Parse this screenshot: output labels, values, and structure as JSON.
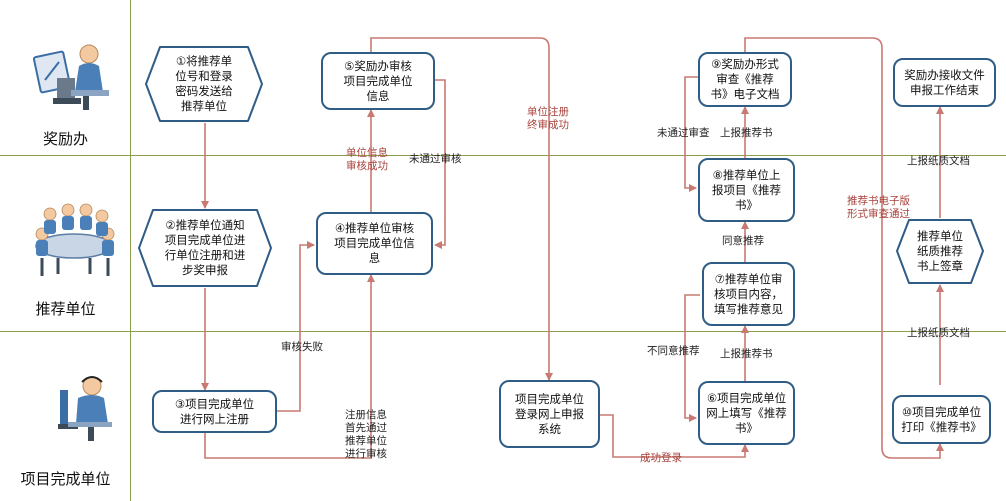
{
  "colors": {
    "lane_line": "#8aa04b",
    "box_border": "#2f5d85",
    "arrow": "#c87a72",
    "label_red": "#a8423c"
  },
  "lanes": [
    {
      "name": "奖励办",
      "icon": "researcher-icon"
    },
    {
      "name": "推荐单位",
      "icon": "meeting-icon"
    },
    {
      "name": "项目完成单位",
      "icon": "computer-user-icon"
    }
  ],
  "nodes": {
    "n1": "①将推荐单\n位号和登录\n密码发送给\n推荐单位",
    "n2": "②推荐单位通知\n项目完成单位进\n行单位注册和进\n步奖申报",
    "n3": "③项目完成单位\n进行网上注册",
    "n4": "④推荐单位审核\n项目完成单位信\n息",
    "n5": "⑤奖励办审核\n项目完成单位\n信息",
    "n_login": "项目完成单位\n登录网上申报\n系统",
    "n6": "⑥项目完成单位\n网上填写《推荐\n书》",
    "n7": "⑦推荐单位审\n核项目内容，\n填写推荐意见",
    "n8": "⑧推荐单位上\n报项目《推荐\n书》",
    "n9": "⑨奖励办形式\n审查《推荐\n书》电子文档",
    "n10": "⑩项目完成单位\n打印《推荐书》",
    "n_sign": "推荐单位\n纸质推荐\n书上签章",
    "n_end": "奖励办接收文件\n申报工作结束"
  },
  "labels": {
    "l_fail": "审核失败",
    "l_unit_ok": "单位信息\n审核成功",
    "l_not_pass": "未通过审核",
    "l_register_first": "注册信息\n首先通过\n推荐单位\n进行审核",
    "l_register_final": "单位注册\n终审成功",
    "l_login_ok": "成功登录",
    "l_no_recommend": "不同意推荐",
    "l_report_1": "上报推荐书",
    "l_agree": "同意推荐",
    "l_not_pass_review": "未通过审查",
    "l_report_2": "上报推荐书",
    "l_form_pass": "推荐书电子版\n形式审查通过",
    "l_paper_1": "上报纸质文档",
    "l_paper_2": "上报纸质文档"
  }
}
